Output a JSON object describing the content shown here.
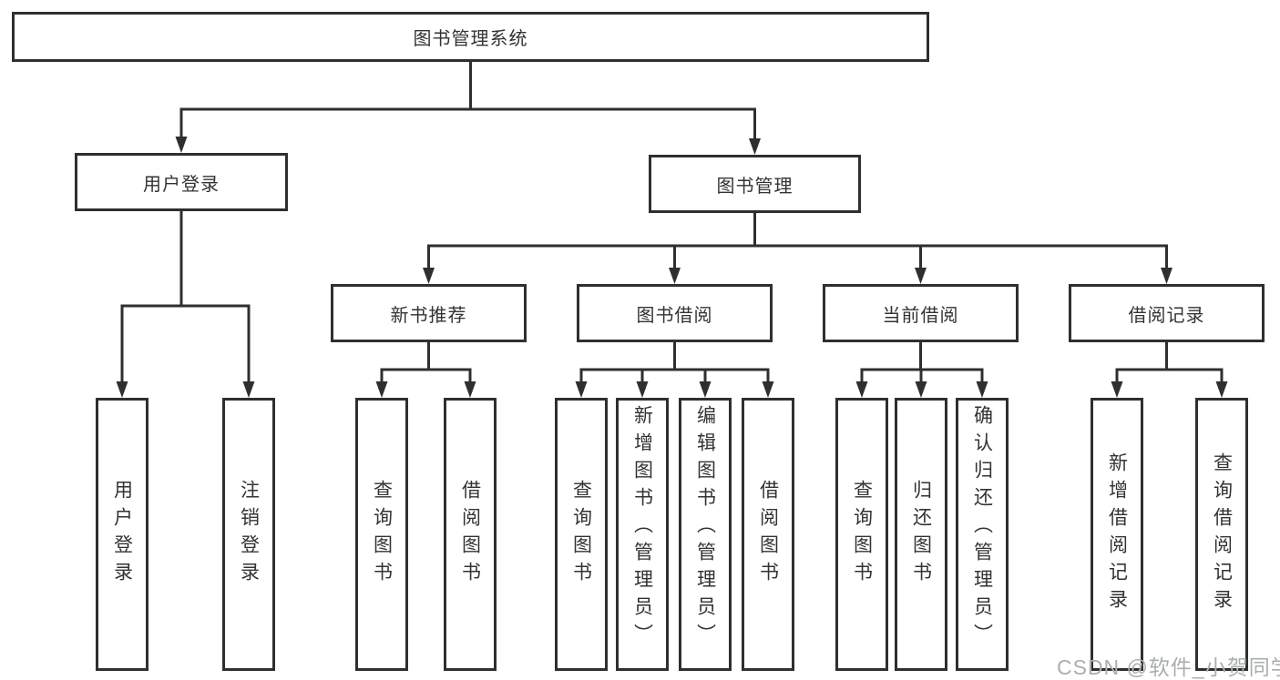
{
  "diagram": {
    "root": {
      "label": "图书管理系统"
    },
    "branches": [
      {
        "label": "用户登录",
        "children": [
          {
            "label": "用户登录"
          },
          {
            "label": "注销登录"
          }
        ]
      },
      {
        "label": "图书管理",
        "children": [
          {
            "label": "新书推荐",
            "children": [
              {
                "label": "查询图书"
              },
              {
                "label": "借阅图书"
              }
            ]
          },
          {
            "label": "图书借阅",
            "children": [
              {
                "label": "查询图书"
              },
              {
                "label": "新增图书（管理员）"
              },
              {
                "label": "编辑图书（管理员）"
              },
              {
                "label": "借阅图书"
              }
            ]
          },
          {
            "label": "当前借阅",
            "children": [
              {
                "label": "查询图书"
              },
              {
                "label": "归还图书"
              },
              {
                "label": "确认归还（管理员）"
              }
            ]
          },
          {
            "label": "借阅记录",
            "children": [
              {
                "label": "新增借阅记录"
              },
              {
                "label": "查询借阅记录"
              }
            ]
          }
        ]
      }
    ]
  },
  "watermark": {
    "text": "CSDN @软件_小贺同学"
  },
  "colors": {
    "line": "#2f2f2f",
    "text": "#333333",
    "watermark": "#aaaeae"
  }
}
